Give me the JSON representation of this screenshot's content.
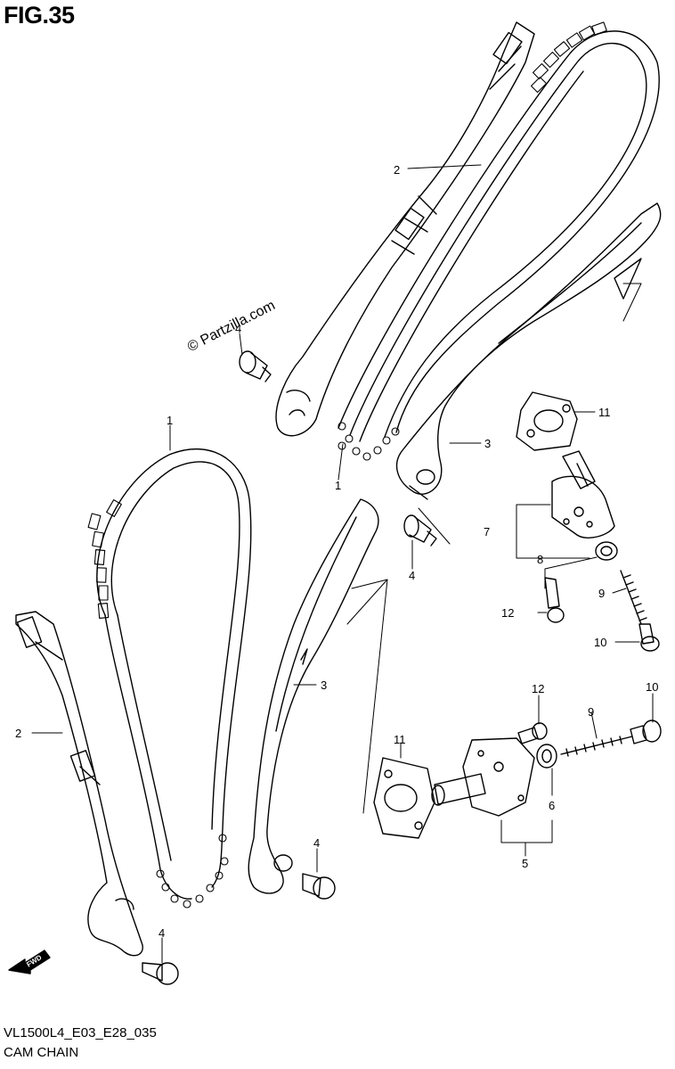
{
  "figure_title": "FIG.35",
  "watermark": "© Partzilla.com",
  "diagram_code": "VL1500L4_E03_E28_035",
  "diagram_name": "CAM CHAIN",
  "fwd_label": "FWD",
  "callouts": [
    {
      "id": "c2a",
      "text": "2"
    },
    {
      "id": "c4a",
      "text": "4"
    },
    {
      "id": "c11a",
      "text": "11"
    },
    {
      "id": "c3a",
      "text": "3"
    },
    {
      "id": "c1a",
      "text": "1"
    },
    {
      "id": "c1b",
      "text": "1"
    },
    {
      "id": "c7",
      "text": "7"
    },
    {
      "id": "c8",
      "text": "8"
    },
    {
      "id": "c4b",
      "text": "4"
    },
    {
      "id": "c9a",
      "text": "9"
    },
    {
      "id": "c12a",
      "text": "12"
    },
    {
      "id": "c10a",
      "text": "10"
    },
    {
      "id": "c2b",
      "text": "2"
    },
    {
      "id": "c3b",
      "text": "3"
    },
    {
      "id": "c12b",
      "text": "12"
    },
    {
      "id": "c10b",
      "text": "10"
    },
    {
      "id": "c9b",
      "text": "9"
    },
    {
      "id": "c11b",
      "text": "11"
    },
    {
      "id": "c6",
      "text": "6"
    },
    {
      "id": "c5",
      "text": "5"
    },
    {
      "id": "c4c",
      "text": "4"
    },
    {
      "id": "c4d",
      "text": "4"
    }
  ]
}
